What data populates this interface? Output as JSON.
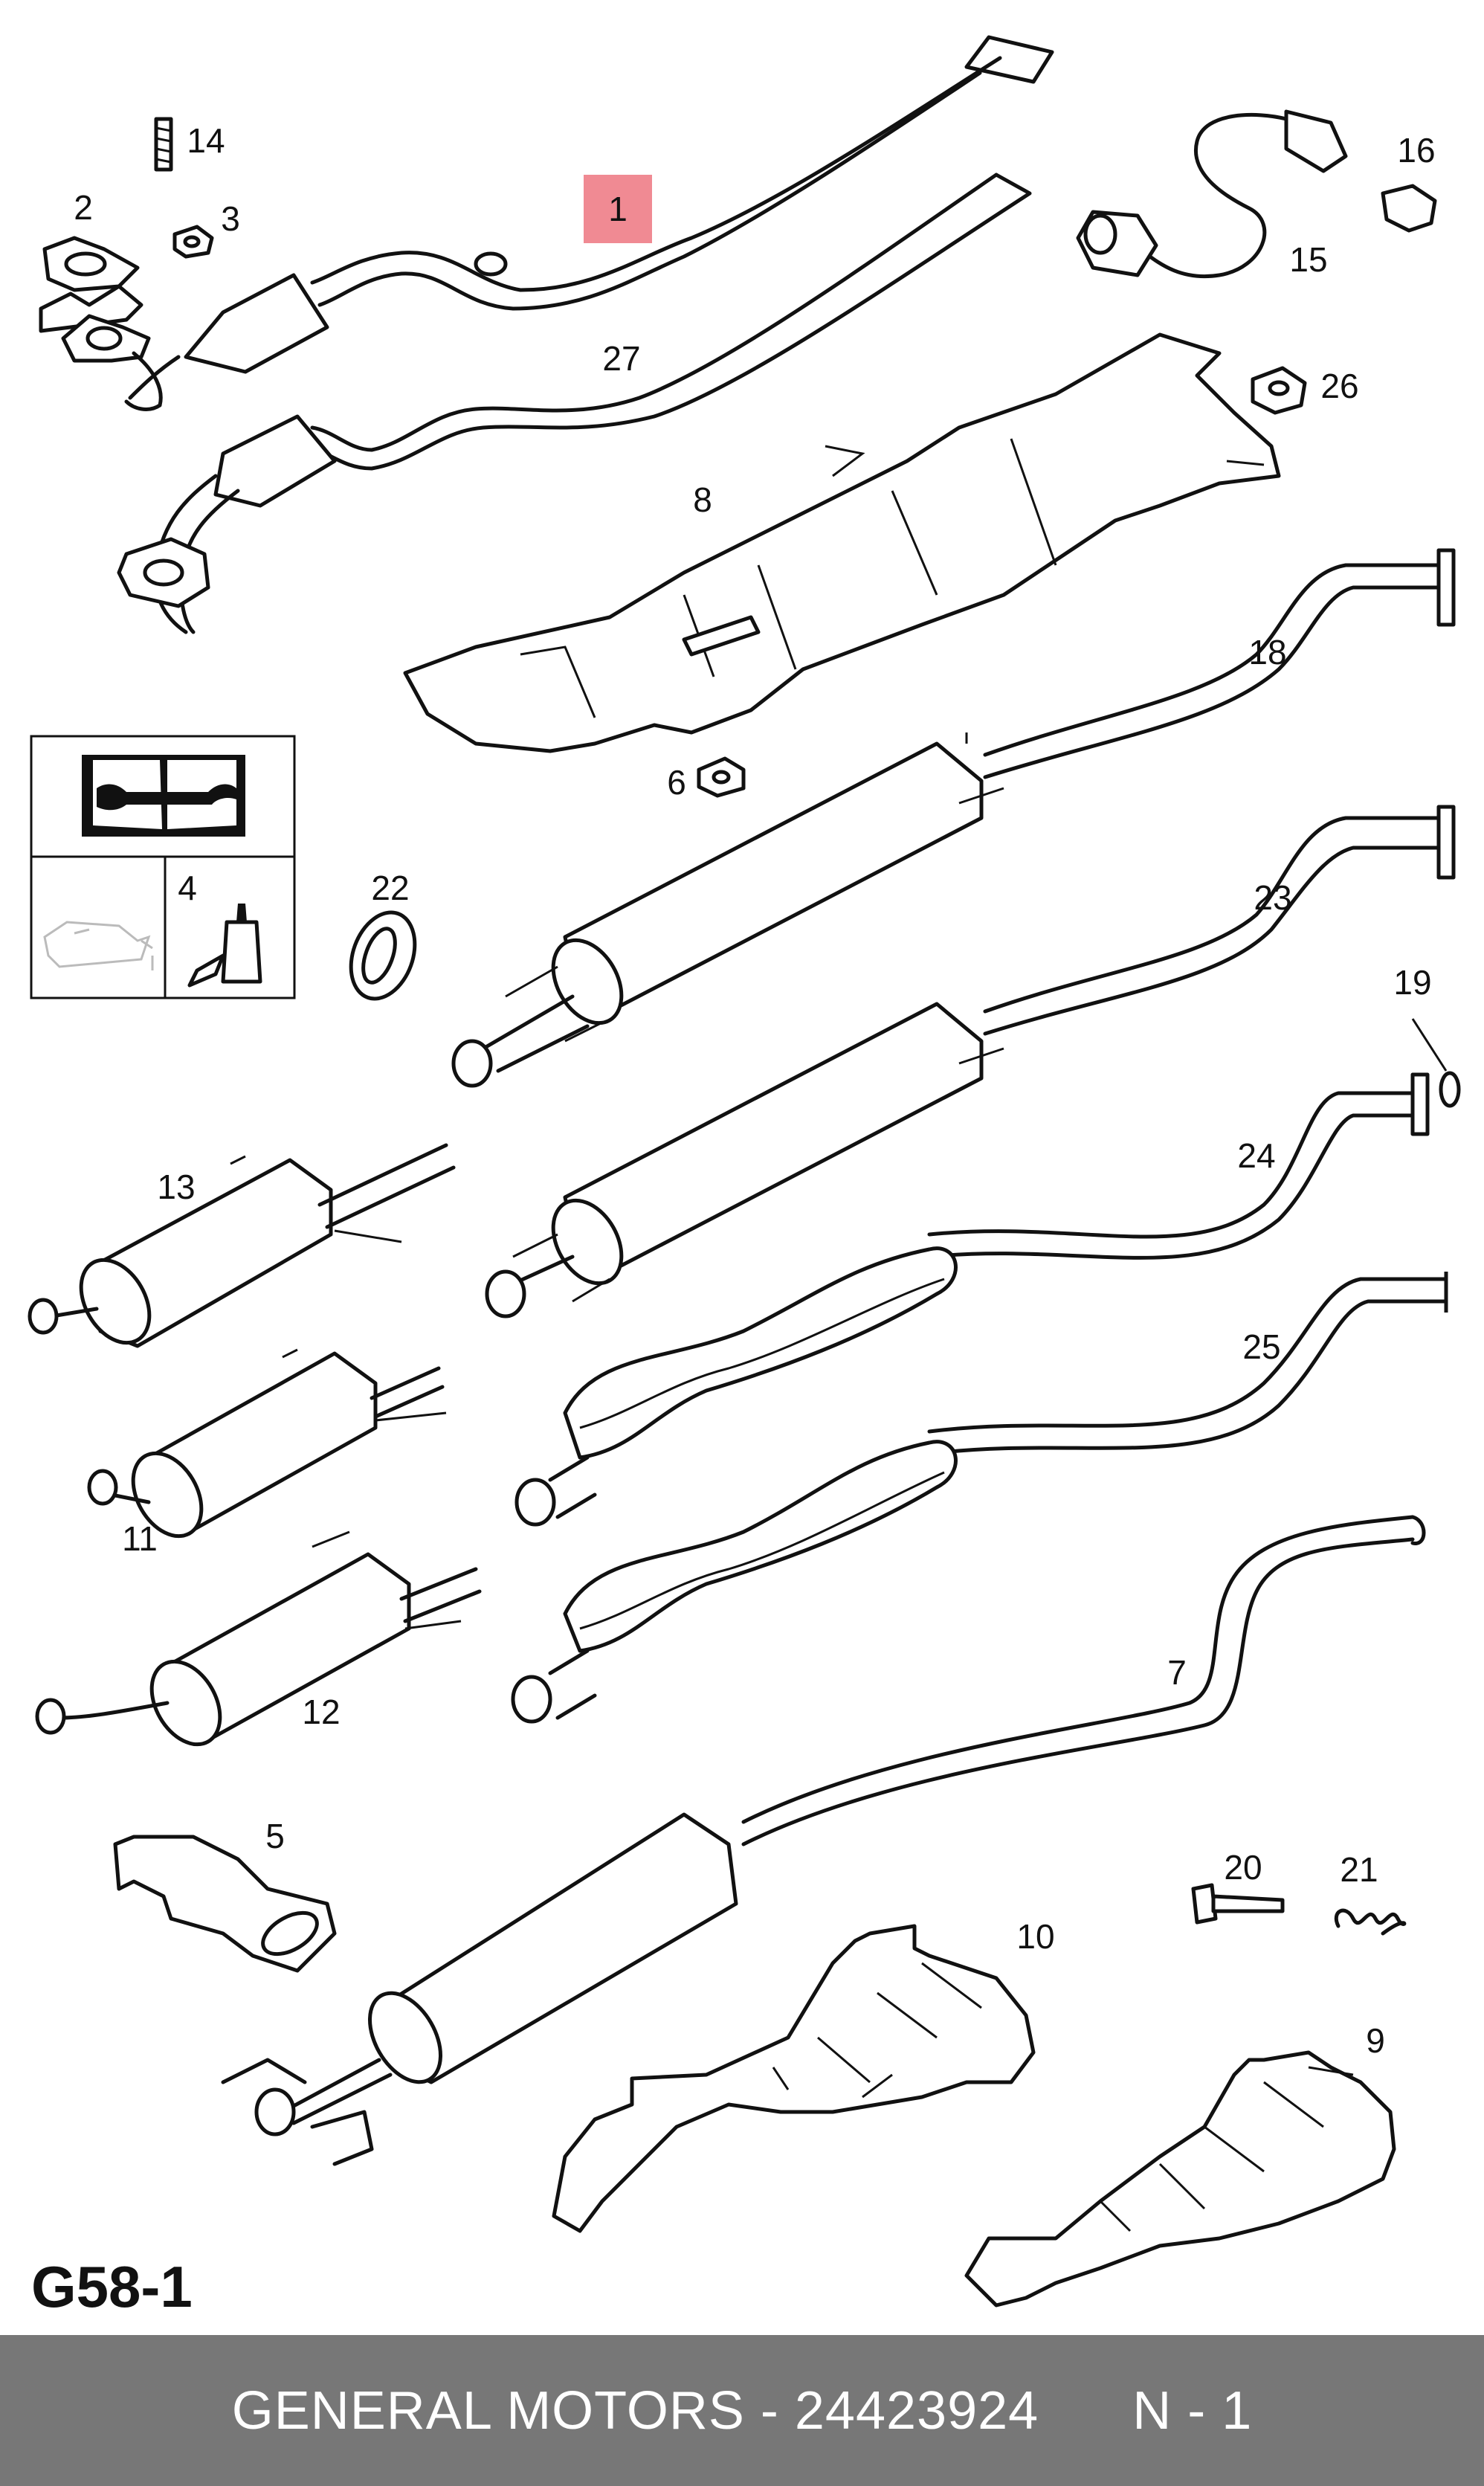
{
  "diagram": {
    "code": "G58-1",
    "highlight_color": "#f08a93",
    "highlighted_callout": "1",
    "callouts": {
      "c1": "1",
      "c2": "2",
      "c3": "3",
      "c4": "4",
      "c5": "5",
      "c6": "6",
      "c7": "7",
      "c8": "8",
      "c9": "9",
      "c10": "10",
      "c11": "11",
      "c12": "12",
      "c13": "13",
      "c14": "14",
      "c15": "15",
      "c16": "16",
      "c18": "18",
      "c19": "19",
      "c20": "20",
      "c21": "21",
      "c22": "22",
      "c23": "23",
      "c24": "24",
      "c25": "25",
      "c26": "26",
      "c27": "27"
    },
    "icons": [
      "repair-manual-icon",
      "oil-can-icon",
      "sealant-tube-icon"
    ]
  },
  "footer": {
    "text": "GENERAL MOTORS - 24423924      N - 1",
    "background": "#777777"
  }
}
